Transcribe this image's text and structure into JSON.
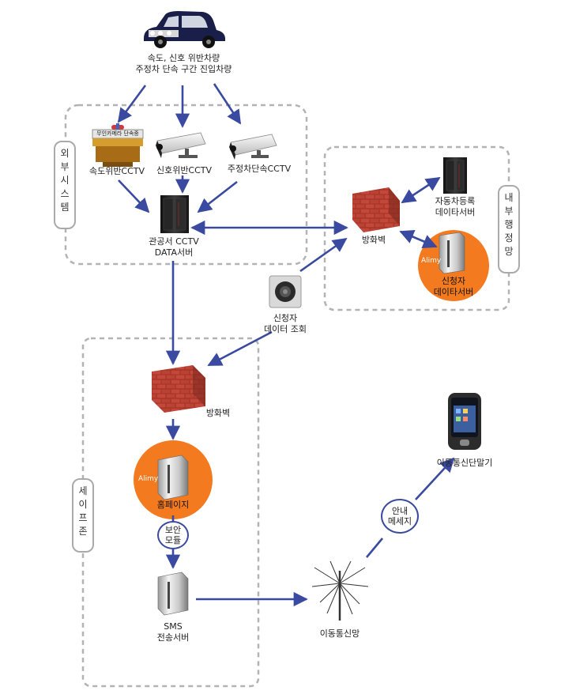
{
  "vehicle": {
    "line1": "속도, 신호 위반차량",
    "line2": "주정차 단속 구간 진입차량"
  },
  "external": {
    "group_label": [
      "외",
      "부",
      "시",
      "스",
      "템"
    ],
    "speed_cctv": "속도위반CCTV",
    "speed_sign": "무인카메라 단속중",
    "signal_cctv": "신호위반CCTV",
    "parking_cctv": "주정차단속CCTV",
    "server_line1": "관공서 CCTV",
    "server_line2": "DATA서버"
  },
  "internal": {
    "group_label": [
      "내",
      "부",
      "행",
      "정",
      "망"
    ],
    "firewall": "방화벽",
    "vehicle_db_line1": "자동차등록",
    "vehicle_db_line2": "데이타서버",
    "applicant_db_line1": "신청자",
    "applicant_db_line2": "데이타서버",
    "alimy": "Alimy"
  },
  "query": {
    "line1": "신청자",
    "line2": "데이터 조회"
  },
  "safezone": {
    "group_label": [
      "세",
      "이",
      "프",
      "존"
    ],
    "firewall": "방화벽",
    "homepage": "홈페이지",
    "alimy": "Alimy",
    "security_line1": "보안",
    "security_line2": "모듈",
    "sms_line1": "SMS",
    "sms_line2": "전송서버"
  },
  "network": {
    "antenna": "이동통신망",
    "message_line1": "안내",
    "message_line2": "메세지",
    "phone": "이동통신단말기"
  },
  "colors": {
    "arrow": "#3a4aa0",
    "orange": "#f47a1f",
    "dash": "#b3b3b3",
    "brick": "#b23b2a"
  }
}
